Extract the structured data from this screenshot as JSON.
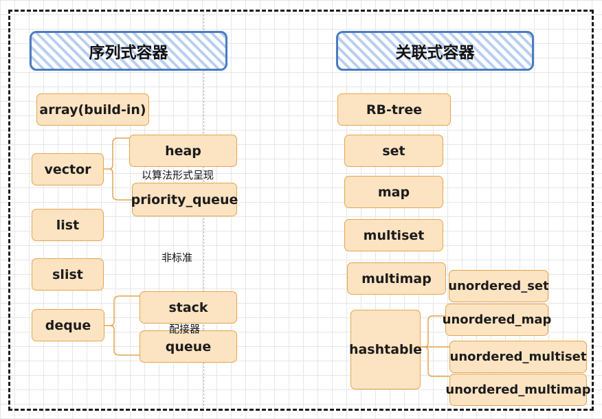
{
  "sequential": {
    "title": "序列式容器",
    "containers": {
      "array": "array(build-in)",
      "vector": "vector",
      "heap": "heap",
      "priority_queue": "priority_queue",
      "list": "list",
      "slist": "slist",
      "deque": "deque",
      "stack": "stack",
      "queue": "queue"
    },
    "notes": {
      "algorithm_form": "以算法形式呈现",
      "non_standard": "非标准",
      "adapter": "配接器"
    }
  },
  "associative": {
    "title": "关联式容器",
    "containers": {
      "rb_tree": "RB-tree",
      "set": "set",
      "map": "map",
      "multiset": "multiset",
      "multimap": "multimap",
      "hashtable": "hashtable",
      "unordered_set": "unordered_set",
      "unordered_map": "unordered_map",
      "unordered_multiset": "unordered_multiset",
      "unordered_multimap": "unordered_multimap"
    }
  },
  "colors": {
    "box_fill": "#fce3c2",
    "box_border": "#e4a44d",
    "header_border": "#4a7bc1",
    "header_hatch": "#b9cff0"
  }
}
